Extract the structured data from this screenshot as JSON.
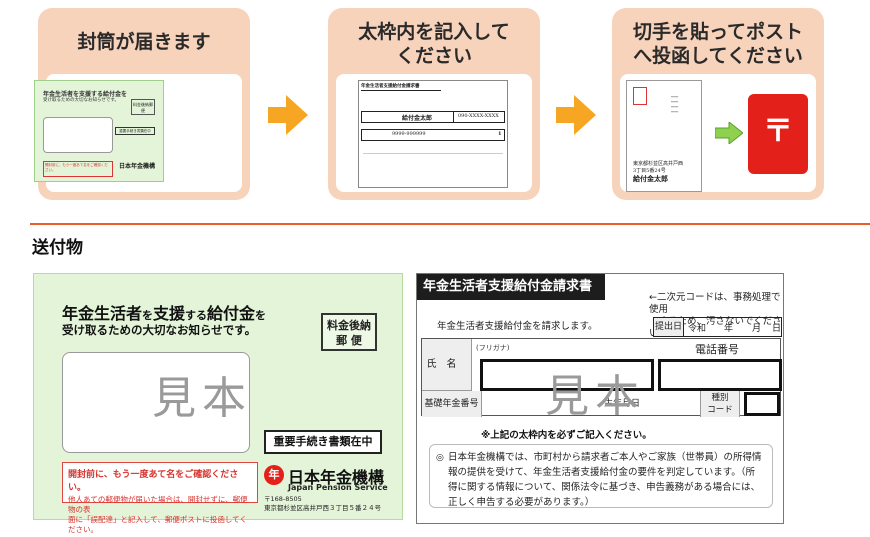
{
  "steps": [
    {
      "title": "封筒が届きます"
    },
    {
      "title_line1": "太枠内を記入して",
      "title_line2": "ください"
    },
    {
      "title_line1": "切手を貼ってポスト",
      "title_line2": "へ投函してください"
    }
  ],
  "mini": {
    "env_title": "年金生活者を支援する給付金を",
    "env_sub": "受け取るための大切なお知らせです。",
    "env_stamp": "料金後納郵便",
    "env_important": "重要手続き書類在中",
    "env_warn": "開封前に、もう一度あて名をご確認ください。",
    "env_logo": "日本年金機構",
    "form_title": "年金生活者支援給付金請求書",
    "form_name": "給付金太郎",
    "form_phone": "090-XXXX-XXXX",
    "form_pension": "9999-999999",
    "form_kind": "1",
    "post_addr1": "東京都杉並区高井戸西",
    "post_addr2": "3丁目5番24号",
    "post_name": "給付金太郎"
  },
  "section": {
    "title": "送付物"
  },
  "envelope": {
    "title_a": "年金生活者",
    "title_b": "を",
    "title_c": "支援",
    "title_d": "する",
    "title_e": "給付金",
    "title_f": "を",
    "subtitle": "受け取るための大切なお知らせです。",
    "stamp_line1": "料金後納",
    "stamp_line2": "郵 便",
    "sample": "見本",
    "important": "重要手続き書類在中",
    "warn_title": "開封前に、もう一度あて名をご確認ください。",
    "warn_line1": "他人あての郵便物が届いた場合は、開封せずに、郵便物の表",
    "warn_line2": "面に「誤配達」と記入して、郵便ポストに投函してください。",
    "logo_mark": "年",
    "logo_text": "日本年金機構",
    "logo_en": "Japan Pension Service",
    "addr_line1": "〒168-8505",
    "addr_line2": "東京都杉並区高井戸西３丁目５番２４号"
  },
  "form": {
    "title": "年金生活者支援給付金請求書",
    "note_line1": "←二次元コードは、事務処理で使用",
    "note_line2": "　するため、汚さないでください。",
    "lead": "年金生活者支援給付金を請求します。",
    "date_label": "提出日",
    "era": "令和",
    "year": "年",
    "month": "月",
    "day": "日",
    "furigana": "(フリガナ)",
    "name_label": "氏名",
    "phone_label": "電話番号",
    "pension_label": "基礎年金番号",
    "dob_label": "生年月日",
    "kind_line1": "種別",
    "kind_line2": "コード",
    "sample": "見本",
    "caution": "※上記の太枠内を必ずご記入ください。",
    "body": "日本年金機構では、市町村から請求者ご本人やご家族（世帯員）の所得情報の提供を受けて、年金生活者支援給付金の要件を判定しています。（所得に関する情報について、関係法令に基づき、申告義務がある場合には、正しく申告する必要があります。）",
    "bullet": "◎"
  }
}
